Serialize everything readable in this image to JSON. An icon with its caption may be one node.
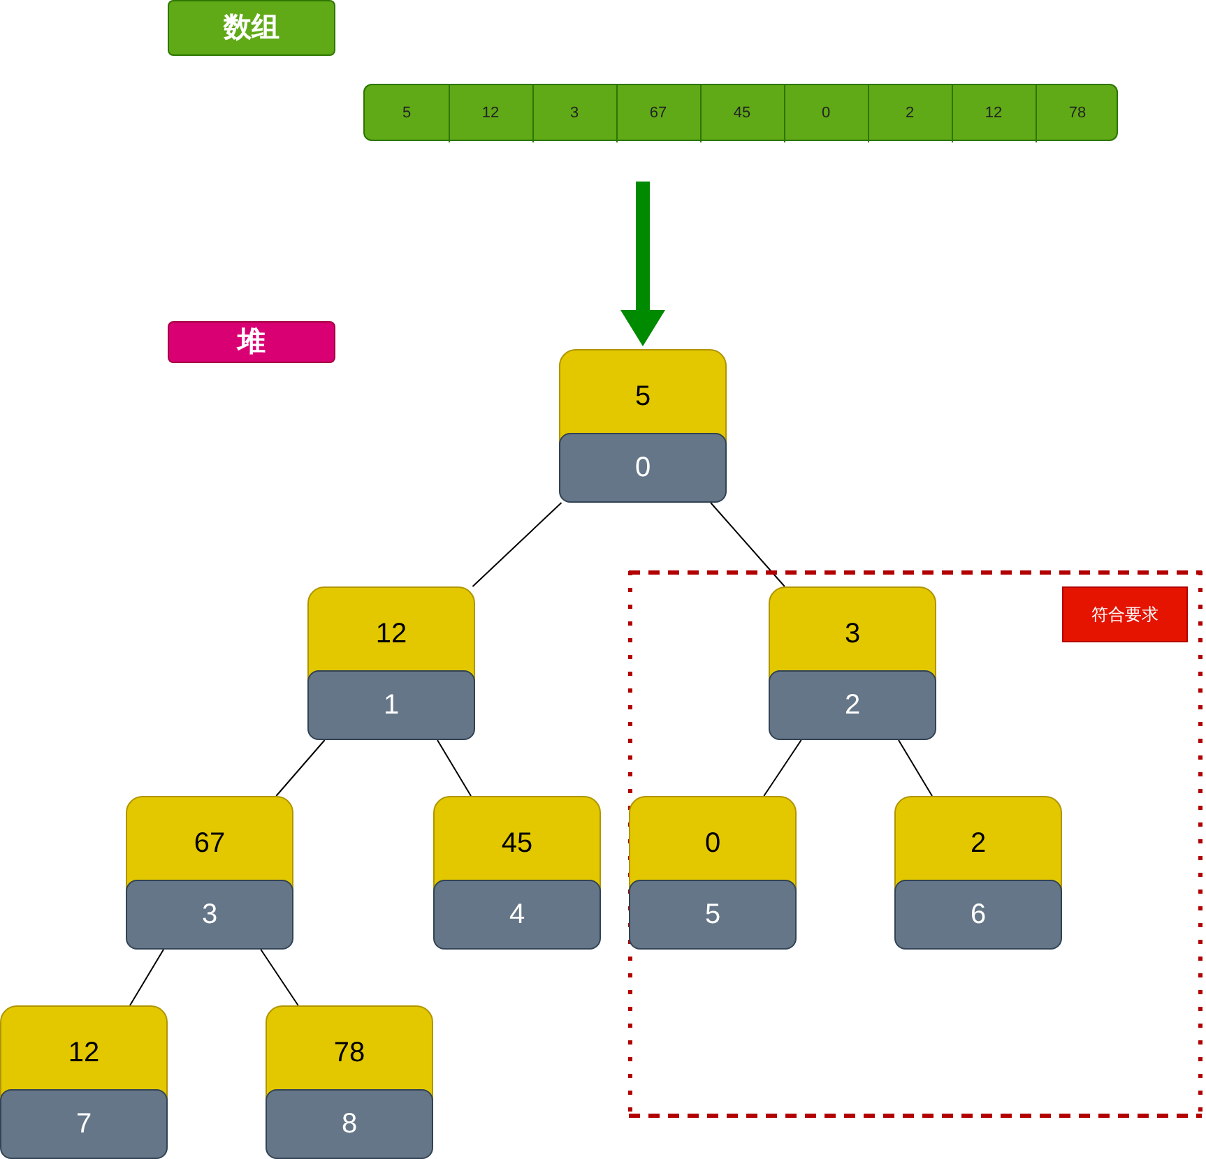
{
  "diagram": {
    "nodes": [
      {
        "text": [
          "数组"
        ]
      },
      {
        "text": [],
        "shape": "bar"
      },
      {
        "text": [
          "5"
        ],
        "in": 1
      },
      {
        "text": [
          "12"
        ],
        "in": 1
      },
      {
        "text": [
          "3"
        ],
        "in": 1
      },
      {
        "text": [
          "67"
        ],
        "in": 1
      },
      {
        "text": [
          "45"
        ],
        "in": 1
      },
      {
        "text": [
          "0"
        ],
        "in": 1
      },
      {
        "text": [
          "2"
        ],
        "in": 1
      },
      {
        "text": [
          "12"
        ],
        "in": 1
      },
      {
        "text": [
          "78"
        ],
        "in": 1
      },
      {
        "text": [
          "堆"
        ]
      },
      {
        "text": [
          "5",
          "0"
        ]
      },
      {
        "text": [
          "12",
          "1"
        ]
      },
      {
        "text": [
          "67",
          "3"
        ]
      },
      {
        "text": [
          "12",
          "7"
        ]
      },
      {
        "text": [
          "78",
          "8"
        ]
      },
      {
        "text": [
          "45",
          "4"
        ]
      },
      {
        "text": [],
        "shape": "box"
      },
      {
        "text": [
          "符合要求"
        ],
        "in": 18
      },
      {
        "text": [
          "3",
          "2"
        ],
        "in": 18
      },
      {
        "text": [
          "0",
          "5"
        ],
        "in": 18
      },
      {
        "text": [
          "2",
          "6"
        ],
        "in": 18
      }
    ],
    "edges": [
      {
        "from": 1,
        "to": 12,
        "arrow": "to",
        "style": "thick",
        "color": "#008a00"
      },
      {
        "from": 12,
        "to": 13,
        "arrow": "none"
      },
      {
        "from": 12,
        "to": 20,
        "arrow": "none"
      },
      {
        "from": 13,
        "to": 14,
        "arrow": "none"
      },
      {
        "from": 13,
        "to": 17,
        "arrow": "none"
      },
      {
        "from": 14,
        "to": 15,
        "arrow": "none"
      },
      {
        "from": 14,
        "to": 16,
        "arrow": "none"
      },
      {
        "from": 20,
        "to": 21,
        "arrow": "none"
      },
      {
        "from": 20,
        "to": 22,
        "arrow": "none"
      }
    ]
  }
}
